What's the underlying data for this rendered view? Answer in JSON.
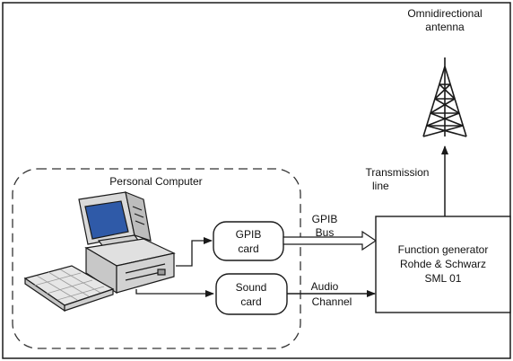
{
  "labels": {
    "antenna_line1": "Omnidirectional",
    "antenna_line2": "antenna",
    "transmission_line1": "Transmission",
    "transmission_line2": "line",
    "pc_title": "Personal Computer",
    "gpib_card_line1": "GPIB",
    "gpib_card_line2": "card",
    "sound_card_line1": "Sound",
    "sound_card_line2": "card",
    "gpib_bus_line1": "GPIB",
    "gpib_bus_line2": "Bus",
    "audio_line1": "Audio",
    "audio_line2": "Channel",
    "fg_line1": "Function generator",
    "fg_line2": "Rohde & Schwarz",
    "fg_line3": "SML 01"
  },
  "colors": {
    "stroke": "#1a1a1a",
    "monitor_body": "#d9d9d9",
    "screen": "#2f5aa8",
    "keyboard": "#e6e6e6"
  }
}
